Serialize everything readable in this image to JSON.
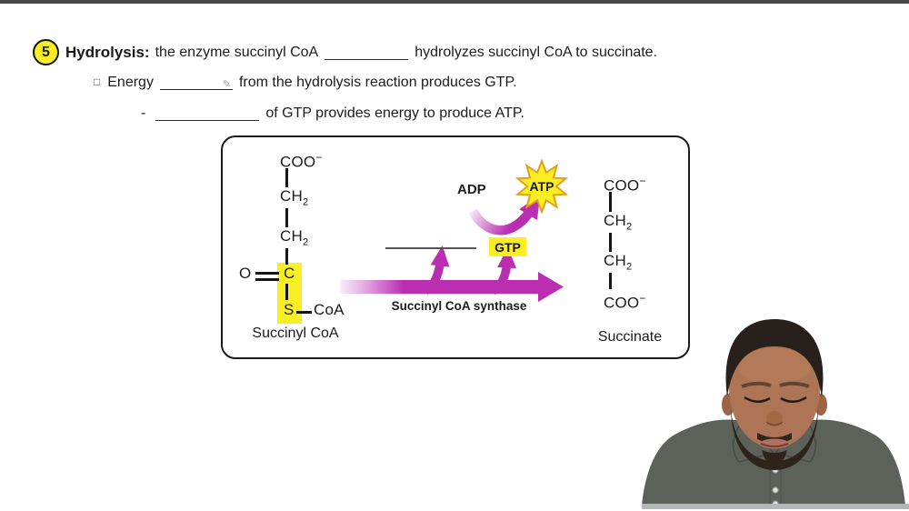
{
  "colors": {
    "accent_magenta": "#bb2eb2",
    "highlight_yellow": "#f9ee24",
    "starburst_outline": "#e2a018",
    "badge_yellow": "#f9ee24"
  },
  "icons": {
    "pencil": "✎",
    "bullet_square": "□"
  },
  "notes": {
    "badge": "5",
    "line1": {
      "term": "Hydrolysis:",
      "before_blank": "the enzyme succinyl CoA",
      "after_blank": "hydrolyzes succinyl CoA to succinate."
    },
    "line2": {
      "before_blank": "Energy",
      "after_blank": "from the hydrolysis reaction produces GTP."
    },
    "line3": {
      "dash": "-",
      "after_blank": "of GTP provides energy to produce ATP."
    }
  },
  "diagram": {
    "succinyl_coa": {
      "name": "Succinyl CoA",
      "group1_base": "COO",
      "group1_sup": "−",
      "group2_base": "CH",
      "group2_sub": "2",
      "group3_base": "CH",
      "group3_sub": "2",
      "oxygen": "O",
      "carbonyl_carbon": "C",
      "sulfur": "S",
      "coa": "CoA"
    },
    "labels": {
      "adp": "ADP",
      "atp": "ATP",
      "gtp": "GTP",
      "enzyme": "Succinyl CoA synthase"
    },
    "succinate": {
      "name": "Succinate",
      "group1_base": "COO",
      "group1_sup": "−",
      "group2_base": "CH",
      "group2_sub": "2",
      "group3_base": "CH",
      "group3_sub": "2",
      "group4_base": "COO",
      "group4_sup": "−"
    }
  }
}
